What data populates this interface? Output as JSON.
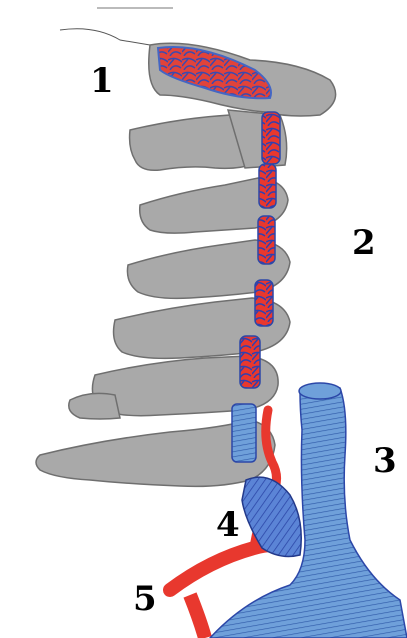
{
  "labels": {
    "n1": "1",
    "n2": "2",
    "n3": "3",
    "n4": "4",
    "n5": "5"
  },
  "colors": {
    "bone": "#a9a9a9",
    "bone_outline": "#6f6f6f",
    "artery": "#e8382e",
    "vein": "#3a5fc8",
    "vein_light": "#7fa6e0"
  }
}
